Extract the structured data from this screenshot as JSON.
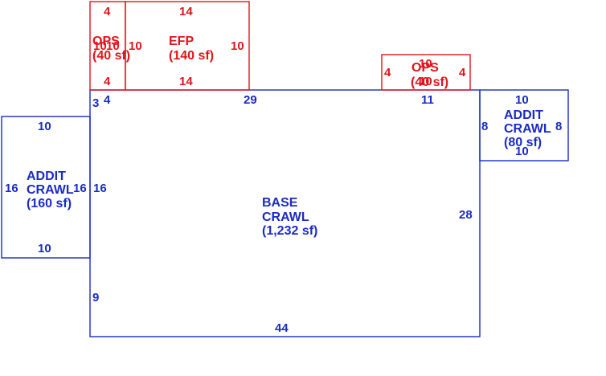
{
  "colors": {
    "main": "#1a2bc4",
    "porch": "#e0141a"
  },
  "areas": {
    "base": {
      "line1": "BASE",
      "line2": "CRAWL",
      "line3": "(1,232 sf)"
    },
    "addit_left": {
      "line1": "ADDIT",
      "line2": "CRAWL",
      "line3": "(160 sf)"
    },
    "addit_right": {
      "line1": "ADDIT",
      "line2": "CRAWL",
      "line3": "(80 sf)"
    },
    "ops_left": {
      "line1": "OPS",
      "line2": "(40 sf)"
    },
    "efp": {
      "line1": "EFP",
      "line2": "(140 sf)"
    },
    "ops_right": {
      "line1": "OPS",
      "line2": "(40 sf)"
    }
  },
  "dimensions": {
    "base": {
      "top_left": "4",
      "top_mid": "29",
      "top_right": "11",
      "left_top": "3",
      "left_mid": "16",
      "left_bottom": "9",
      "right": "28",
      "bottom": "44"
    },
    "addit_left": {
      "top": "10",
      "left": "16",
      "right": "16",
      "bottom": "10"
    },
    "addit_right": {
      "top": "10",
      "left": "8",
      "right": "8",
      "bottom": "10"
    },
    "ops_left": {
      "top": "4",
      "left": "10",
      "right": "10",
      "bottom": "4"
    },
    "efp": {
      "top": "14",
      "left": "10",
      "right": "10",
      "bottom": "14"
    },
    "ops_right": {
      "top": "10",
      "left": "4",
      "right": "4",
      "bottom": "10"
    }
  }
}
